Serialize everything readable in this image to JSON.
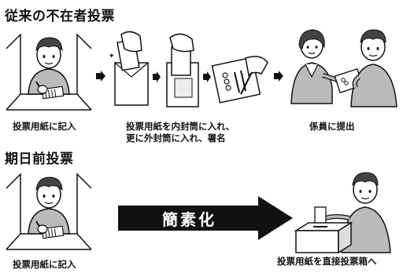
{
  "section1": {
    "title": "従来の不在者投票",
    "captions": {
      "fill_ballot": "投票用紙に記入",
      "envelope_line1": "投票用紙を内封筒に入れ、",
      "envelope_line2": "更に外封筒に入れ、署名",
      "submit": "係員に提出"
    }
  },
  "section2": {
    "title": "期日前投票",
    "captions": {
      "fill_ballot": "投票用紙に記入",
      "direct_box": "投票用紙を直接投票箱へ"
    },
    "arrow_label": "簡素化"
  }
}
